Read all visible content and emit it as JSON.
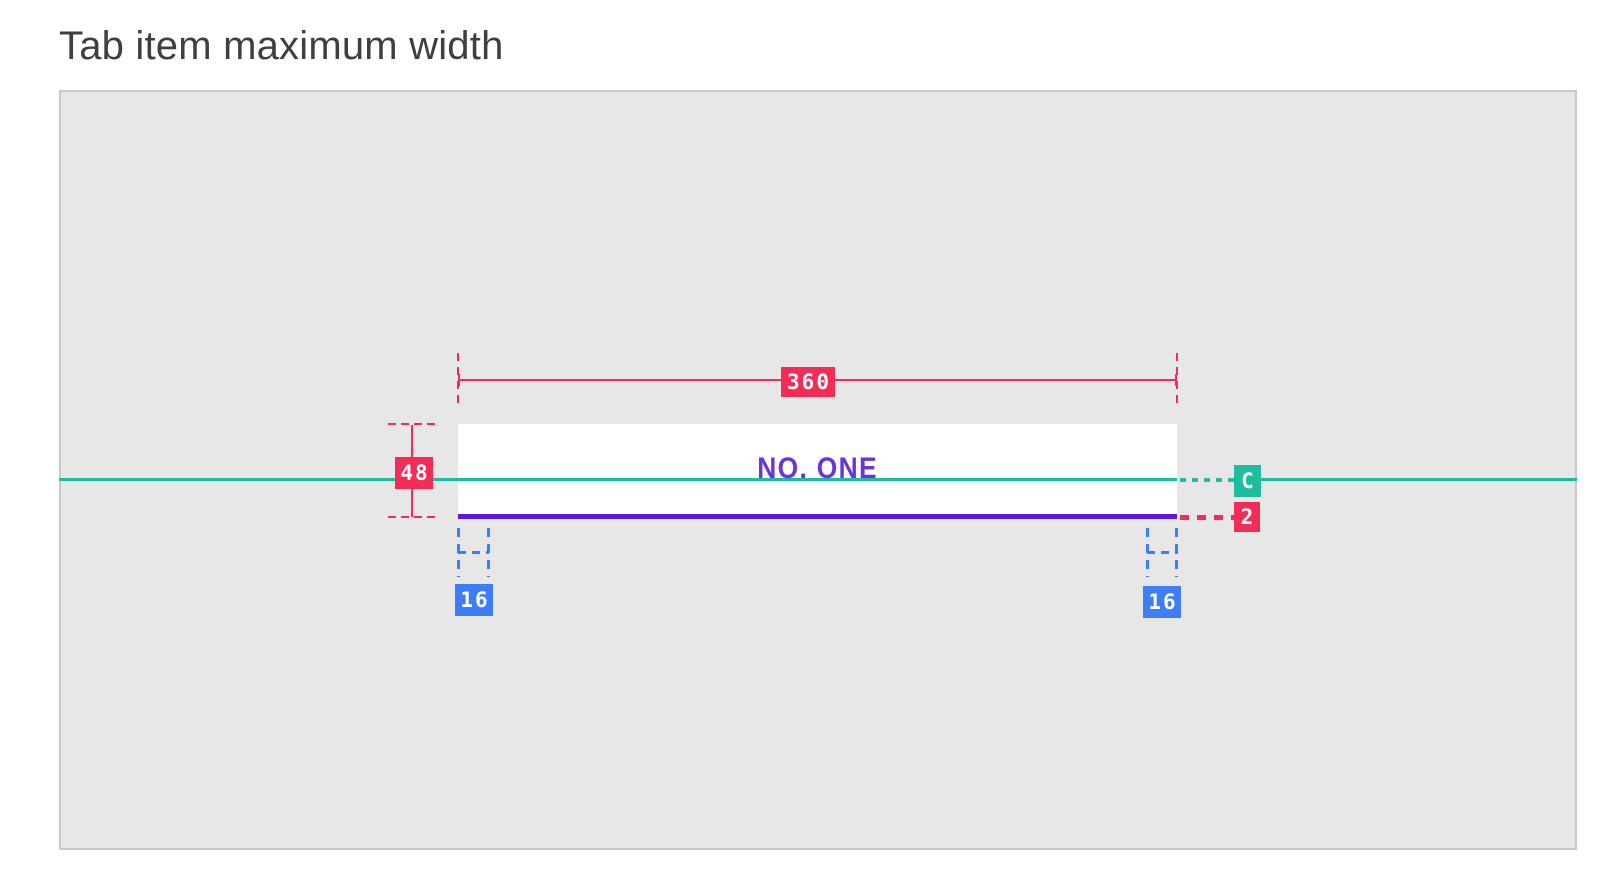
{
  "page": {
    "title": "Tab item maximum width"
  },
  "colors": {
    "red": "#f32b57",
    "blue": "#3d7ef6",
    "teal": "#1ebd9f",
    "indicator": "#5c17e2",
    "tab_label": "#6b33de",
    "canvas_bg": "#e7e7e7",
    "canvas_border": "#c9c9c9",
    "title_text": "#3c4043",
    "badge_text": "#ffffff"
  },
  "tab": {
    "label": "NO. ONE"
  },
  "annotations": {
    "max_width": {
      "label": "360"
    },
    "height": {
      "label": "48"
    },
    "padding_left": {
      "label": "16"
    },
    "padding_right": {
      "label": "16"
    },
    "centerline": {
      "label": "C"
    },
    "indicator_thickness": {
      "label": "2"
    }
  }
}
